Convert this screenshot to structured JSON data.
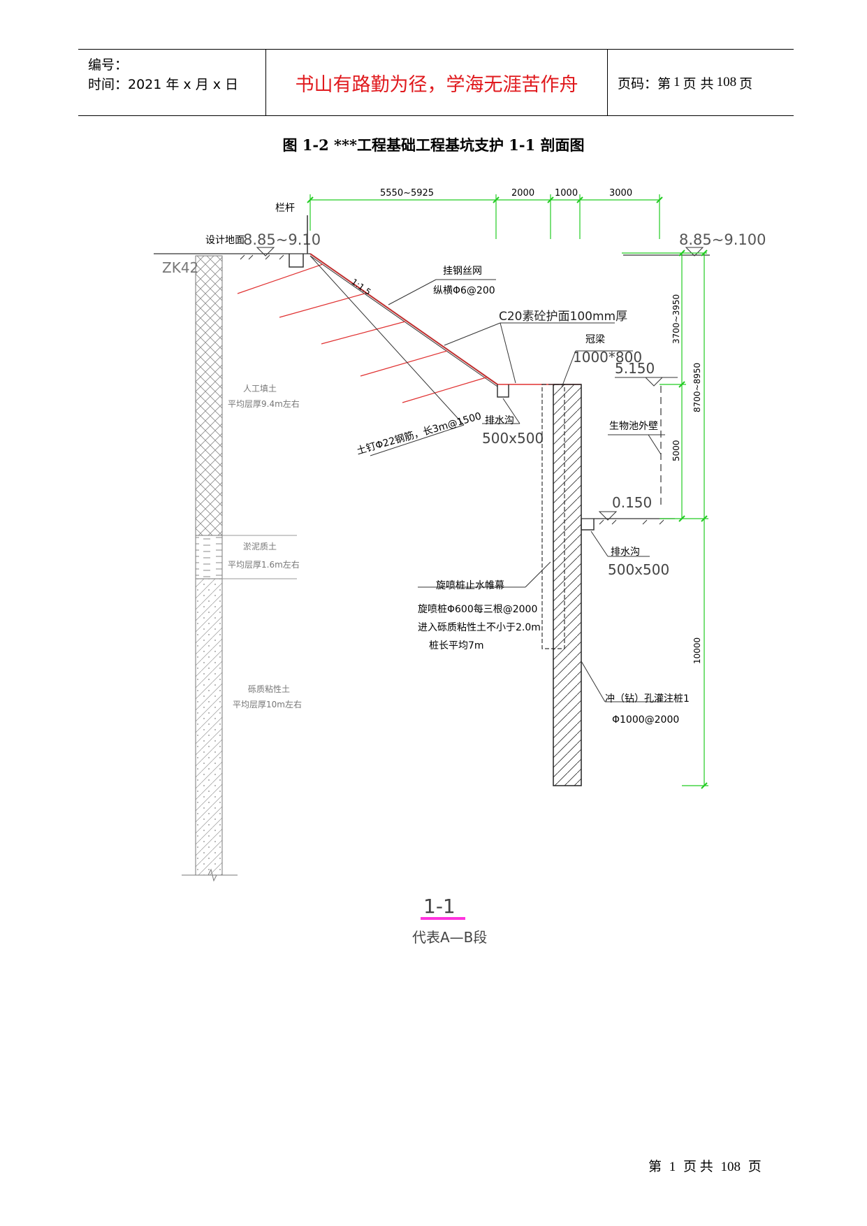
{
  "header": {
    "serial_label": "编号：",
    "date_label": "时间：2021 年 x 月 x 日",
    "motto": "书山有路勤为径，学海无涯苦作舟",
    "page_prefix": "页码：第",
    "page_no": "1",
    "page_mid": "页  共",
    "page_total": "108",
    "page_suffix": "页"
  },
  "figure": {
    "title": "图 1-2 ***工程基础工程基坑支护 1-1 剖面图",
    "dims_top": [
      "5550~5925",
      "2000",
      "1000",
      "3000"
    ],
    "dims_right": [
      "3700~3950",
      "8700~8950",
      "5000",
      "10000"
    ],
    "labels": {
      "railing": "栏杆",
      "design_ground": "设计地面",
      "left_elev": "8.85~9.10",
      "right_elev": "8.85~9.100",
      "borehole": "ZK42",
      "slope": "1:1.5",
      "mesh_1": "挂钢丝网",
      "mesh_2": "纵横Φ6@200",
      "shotcrete": "C20素砼护面100mm厚",
      "crown_beam_1": "冠梁",
      "crown_beam_2": "1000*800",
      "elev_mid": "5.150",
      "tank_wall": "生物池外壁",
      "elev_low": "0.150",
      "soil_nail": "土钉Φ22钢筋，长3m@1500",
      "drain_1": "排水沟",
      "drain_1_size": "500x500",
      "drain_2": "排水沟",
      "drain_2_size": "500x500",
      "jet_title": "旋喷桩止水帷幕",
      "jet_1": "旋喷桩Φ600每三根@2000",
      "jet_2": "进入砾质粘性土不小于2.0m",
      "jet_3": "桩长平均7m",
      "bored_1": "冲（钻）孔灌注桩1",
      "bored_2": "Φ1000@2000",
      "soil1_name": "人工填土",
      "soil1_thk": "平均层厚9.4m左右",
      "soil2_name": "淤泥质土",
      "soil2_thk": "平均层厚1.6m左右",
      "soil3_name": "砾质粘性土",
      "soil3_thk": "平均层厚10m左右",
      "section_no": "1-1",
      "section_desc": "代表A—B段"
    },
    "colors": {
      "dimension": "#22cc22",
      "nail": "#e03030",
      "accent": "#ff33dd",
      "motto": "#e0191d"
    }
  },
  "footer": {
    "pre": "第",
    "page": "1",
    "mid": "页  共",
    "total": "108",
    "post": "页"
  }
}
